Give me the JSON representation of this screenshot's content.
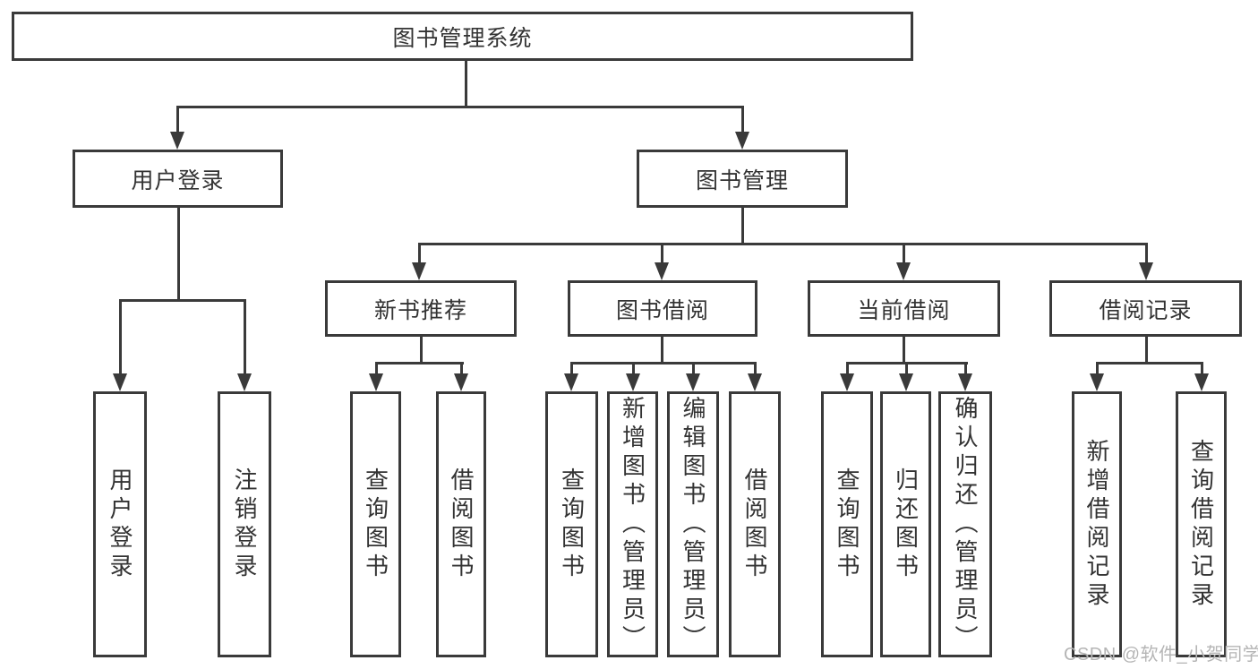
{
  "colors": {
    "line": "#3a3a3a",
    "text": "#333333",
    "watermark": "#b5b5b5",
    "background": "#ffffff"
  },
  "watermark": "CSDN @软件_小贺同学",
  "tree": {
    "root": {
      "label": "图书管理系统"
    },
    "branches": [
      {
        "label": "用户登录",
        "children": [
          {
            "label": "用户登录"
          },
          {
            "label": "注销登录"
          }
        ]
      },
      {
        "label": "图书管理",
        "sections": [
          {
            "label": "新书推荐",
            "children": [
              {
                "label": "查询图书"
              },
              {
                "label": "借阅图书"
              }
            ]
          },
          {
            "label": "图书借阅",
            "children": [
              {
                "label": "查询图书"
              },
              {
                "label": "新增图书（管理员）"
              },
              {
                "label": "编辑图书（管理员）"
              },
              {
                "label": "借阅图书"
              }
            ]
          },
          {
            "label": "当前借阅",
            "children": [
              {
                "label": "查询图书"
              },
              {
                "label": "归还图书"
              },
              {
                "label": "确认归还（管理员）"
              }
            ]
          },
          {
            "label": "借阅记录",
            "children": [
              {
                "label": "新增借阅记录"
              },
              {
                "label": "查询借阅记录"
              }
            ]
          }
        ]
      }
    ]
  }
}
